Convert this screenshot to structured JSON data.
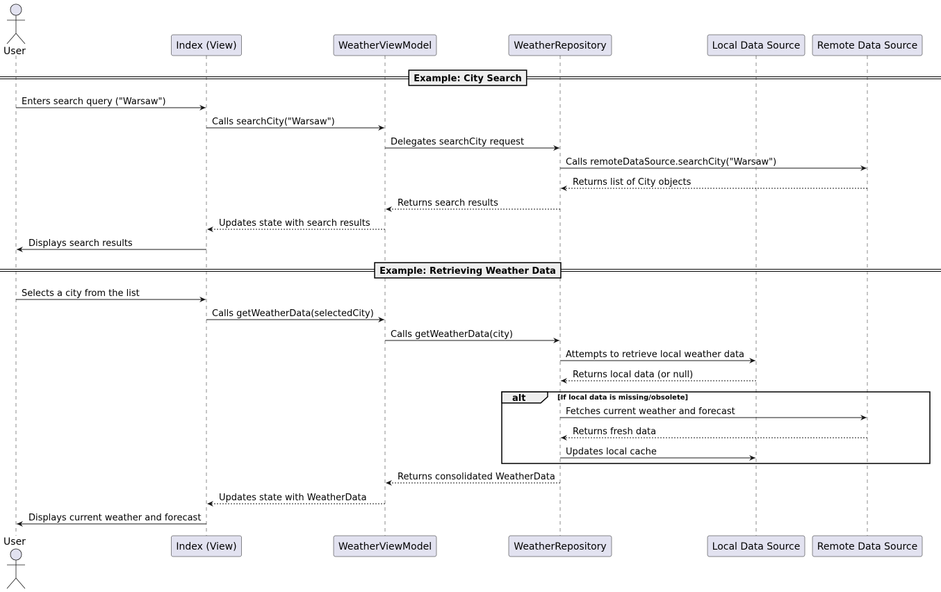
{
  "participants": [
    {
      "id": "user",
      "label": "User",
      "kind": "actor"
    },
    {
      "id": "view",
      "label": "Index (View)",
      "kind": "box"
    },
    {
      "id": "vm",
      "label": "WeatherViewModel",
      "kind": "box"
    },
    {
      "id": "repo",
      "label": "WeatherRepository",
      "kind": "box"
    },
    {
      "id": "local",
      "label": "Local Data Source",
      "kind": "box"
    },
    {
      "id": "remote",
      "label": "Remote Data Source",
      "kind": "box"
    }
  ],
  "sections": [
    {
      "label": "Example: City Search"
    },
    {
      "label": "Example: Retrieving Weather Data"
    }
  ],
  "messages": [
    {
      "from": "user",
      "to": "view",
      "text": "Enters search query (\"Warsaw\")",
      "style": "solid"
    },
    {
      "from": "view",
      "to": "vm",
      "text": "Calls searchCity(\"Warsaw\")",
      "style": "solid"
    },
    {
      "from": "vm",
      "to": "repo",
      "text": "Delegates searchCity request",
      "style": "solid"
    },
    {
      "from": "repo",
      "to": "remote",
      "text": "Calls remoteDataSource.searchCity(\"Warsaw\")",
      "style": "solid"
    },
    {
      "from": "remote",
      "to": "repo",
      "text": "Returns list of City objects",
      "style": "dashed"
    },
    {
      "from": "repo",
      "to": "vm",
      "text": "Returns search results",
      "style": "dashed"
    },
    {
      "from": "vm",
      "to": "view",
      "text": "Updates state with search results",
      "style": "dashed"
    },
    {
      "from": "view",
      "to": "user",
      "text": "Displays search results",
      "style": "solid"
    },
    {
      "from": "user",
      "to": "view",
      "text": "Selects a city from the list",
      "style": "solid"
    },
    {
      "from": "view",
      "to": "vm",
      "text": "Calls getWeatherData(selectedCity)",
      "style": "solid"
    },
    {
      "from": "vm",
      "to": "repo",
      "text": "Calls getWeatherData(city)",
      "style": "solid"
    },
    {
      "from": "repo",
      "to": "local",
      "text": "Attempts to retrieve local weather data",
      "style": "solid"
    },
    {
      "from": "local",
      "to": "repo",
      "text": "Returns local data (or null)",
      "style": "dashed"
    },
    {
      "from": "repo",
      "to": "remote",
      "text": "Fetches current weather and forecast",
      "style": "solid"
    },
    {
      "from": "remote",
      "to": "repo",
      "text": "Returns fresh data",
      "style": "dashed"
    },
    {
      "from": "repo",
      "to": "local",
      "text": "Updates local cache",
      "style": "solid"
    },
    {
      "from": "repo",
      "to": "vm",
      "text": "Returns consolidated WeatherData",
      "style": "dashed"
    },
    {
      "from": "vm",
      "to": "view",
      "text": "Updates state with WeatherData",
      "style": "dashed"
    },
    {
      "from": "view",
      "to": "user",
      "text": "Displays current weather and forecast",
      "style": "solid"
    }
  ],
  "alt_fragment": {
    "keyword": "alt",
    "condition": "[If local data is missing/obsolete]"
  },
  "colors": {
    "participant_fill": "#e2e2f0",
    "participant_stroke": "#181818",
    "lifeline": "#181818",
    "section_fill": "#eeeeee"
  }
}
